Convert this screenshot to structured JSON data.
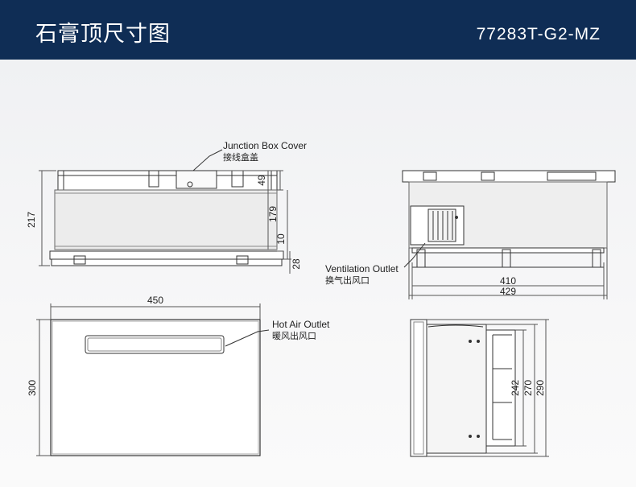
{
  "header": {
    "title": "石膏顶尺寸图",
    "model": "77283T-G2-MZ",
    "background_color": "#0f2d55"
  },
  "front_view": {
    "callout_en": "Junction Box Cover",
    "callout_cn": "接线盒盖",
    "dims": [
      "217",
      "49",
      "179",
      "10",
      "28"
    ]
  },
  "side_view": {
    "callout_en": "Ventilation Outlet",
    "callout_cn": "换气出风口",
    "dims": [
      "410",
      "429"
    ]
  },
  "top_view": {
    "callout_en": "Hot Air Outlet",
    "callout_cn": "暖风出风口",
    "dims": [
      "450",
      "300"
    ]
  },
  "side_top_view": {
    "dims": [
      "242",
      "270",
      "290"
    ]
  }
}
